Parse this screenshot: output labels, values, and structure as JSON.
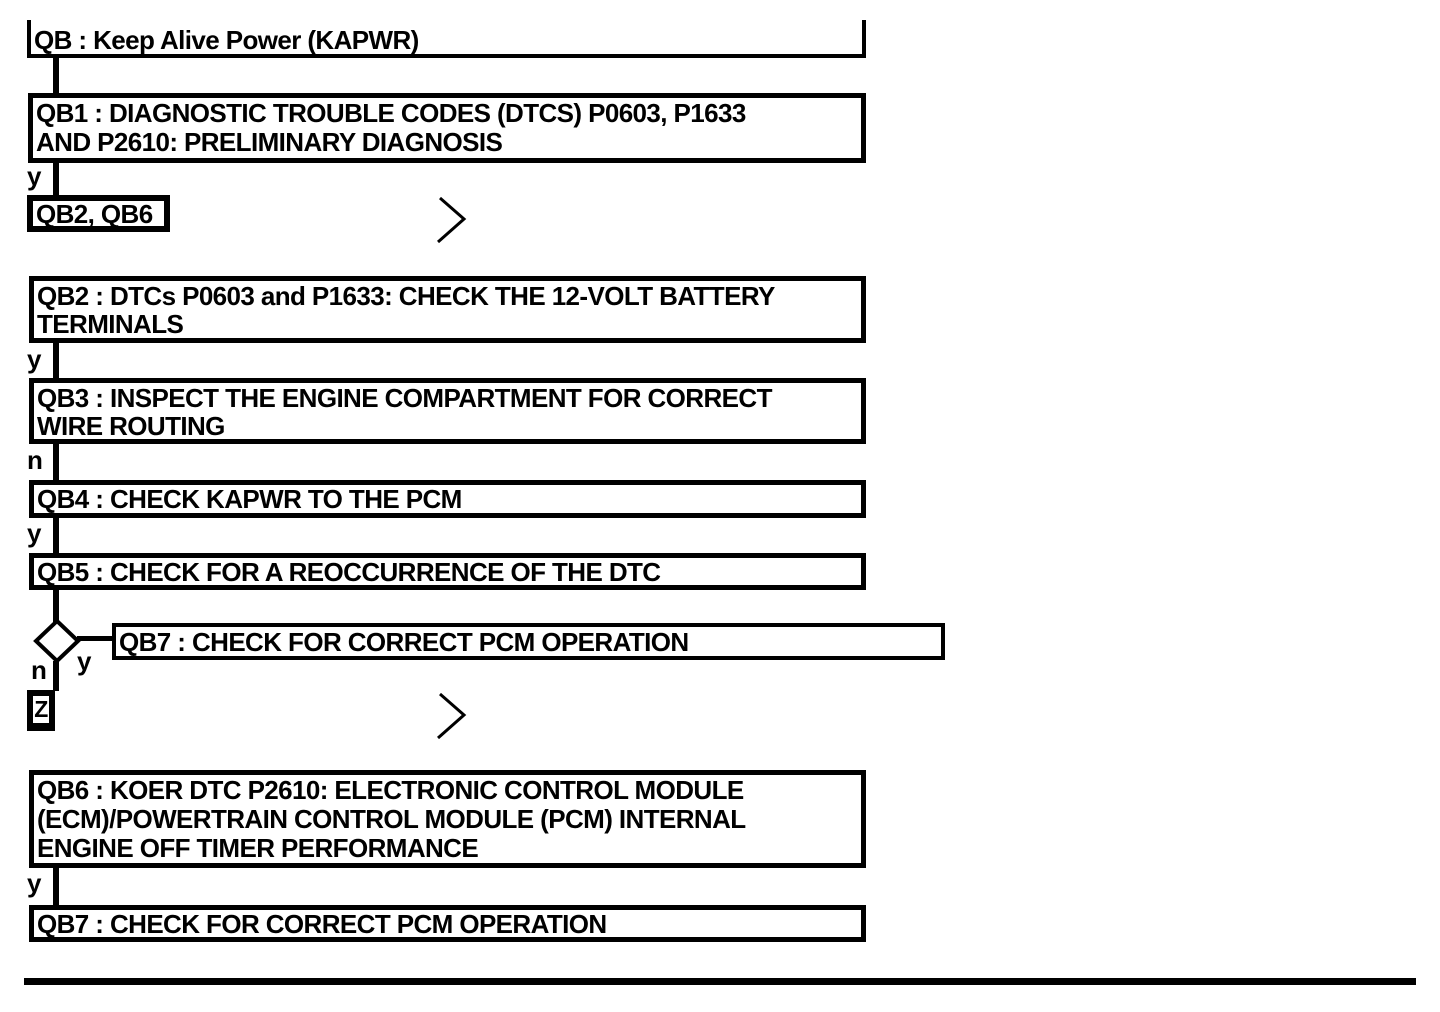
{
  "colors": {
    "ink": "#000000",
    "paper": "#ffffff"
  },
  "branch_labels": {
    "yes": "y",
    "no": "n"
  },
  "flowchart": {
    "nodes": {
      "qb": {
        "lines": [
          "QB : Keep Alive Power (KAPWR)"
        ]
      },
      "qb1": {
        "lines": [
          "QB1 : DIAGNOSTIC TROUBLE CODES (DTCS) P0603, P1633",
          "AND P2610: PRELIMINARY DIAGNOSIS"
        ]
      },
      "qb2qb6": {
        "lines": [
          "QB2, QB6"
        ]
      },
      "qb2": {
        "lines": [
          "QB2 : DTCs P0603 and P1633: CHECK THE 12-VOLT BATTERY",
          "TERMINALS"
        ]
      },
      "qb3": {
        "lines": [
          "QB3 : INSPECT THE ENGINE COMPARTMENT FOR CORRECT",
          "WIRE ROUTING"
        ]
      },
      "qb4": {
        "lines": [
          "QB4 : CHECK KAPWR TO THE PCM"
        ]
      },
      "qb5": {
        "lines": [
          "QB5 : CHECK FOR A REOCCURRENCE OF THE DTC"
        ]
      },
      "qb7a": {
        "lines": [
          "QB7 : CHECK FOR CORRECT PCM OPERATION"
        ]
      },
      "z": {
        "lines": [
          "Z"
        ]
      },
      "qb6": {
        "lines": [
          "QB6 : KOER DTC P2610: ELECTRONIC CONTROL MODULE",
          "(ECM)/POWERTRAIN CONTROL MODULE (PCM) INTERNAL",
          "ENGINE OFF TIMER PERFORMANCE"
        ]
      },
      "qb7b": {
        "lines": [
          "QB7 : CHECK FOR CORRECT PCM OPERATION"
        ]
      }
    }
  }
}
